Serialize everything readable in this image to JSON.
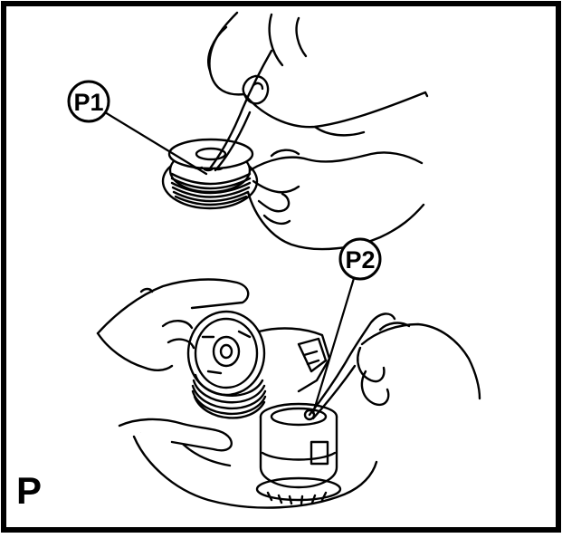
{
  "figure": {
    "panel_letter": "P",
    "callouts": [
      {
        "id": "p1",
        "label": "P1"
      },
      {
        "id": "p2",
        "label": "P2"
      }
    ]
  },
  "colors": {
    "line": "#000000",
    "background": "#ffffff"
  }
}
